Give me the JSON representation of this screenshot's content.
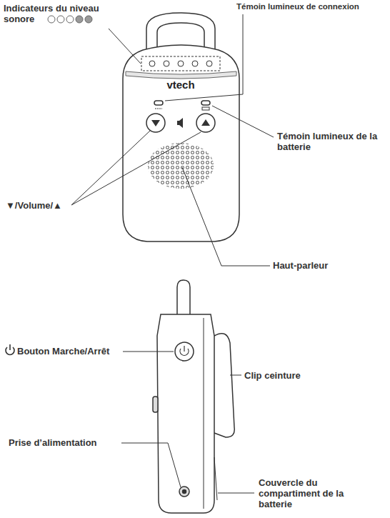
{
  "diagram": {
    "labels": [
      "Indicateurs du niveau sonore",
      "Témoin lumineux de connexion",
      "vtech",
      "Témoin lumineux de la batterie",
      "▼/Volume/▲",
      "Haut-parleur",
      "Bouton Marche/Arrêt",
      "Clip ceinture",
      "Prise d’alimentation",
      "Couvercle du compartiment de la batterie"
    ]
  }
}
